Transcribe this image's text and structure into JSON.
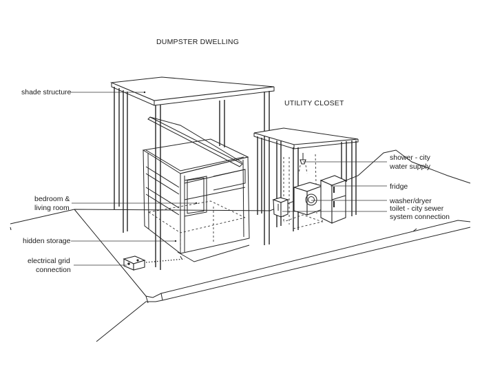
{
  "titles": {
    "dumpster": "DUMPSTER DWELLING",
    "utility": "UTILITY CLOSET"
  },
  "labels": {
    "shade": "shade structure",
    "bedroom": [
      "bedroom &",
      "living room"
    ],
    "hidden": "hidden storage",
    "electrical": [
      "electrical grid",
      "connection"
    ],
    "shower": [
      "shower - city",
      "water supply"
    ],
    "fridge": "fridge",
    "washer": "washer/dryer",
    "toilet": [
      "toilet - city sewer",
      "system connection"
    ]
  }
}
